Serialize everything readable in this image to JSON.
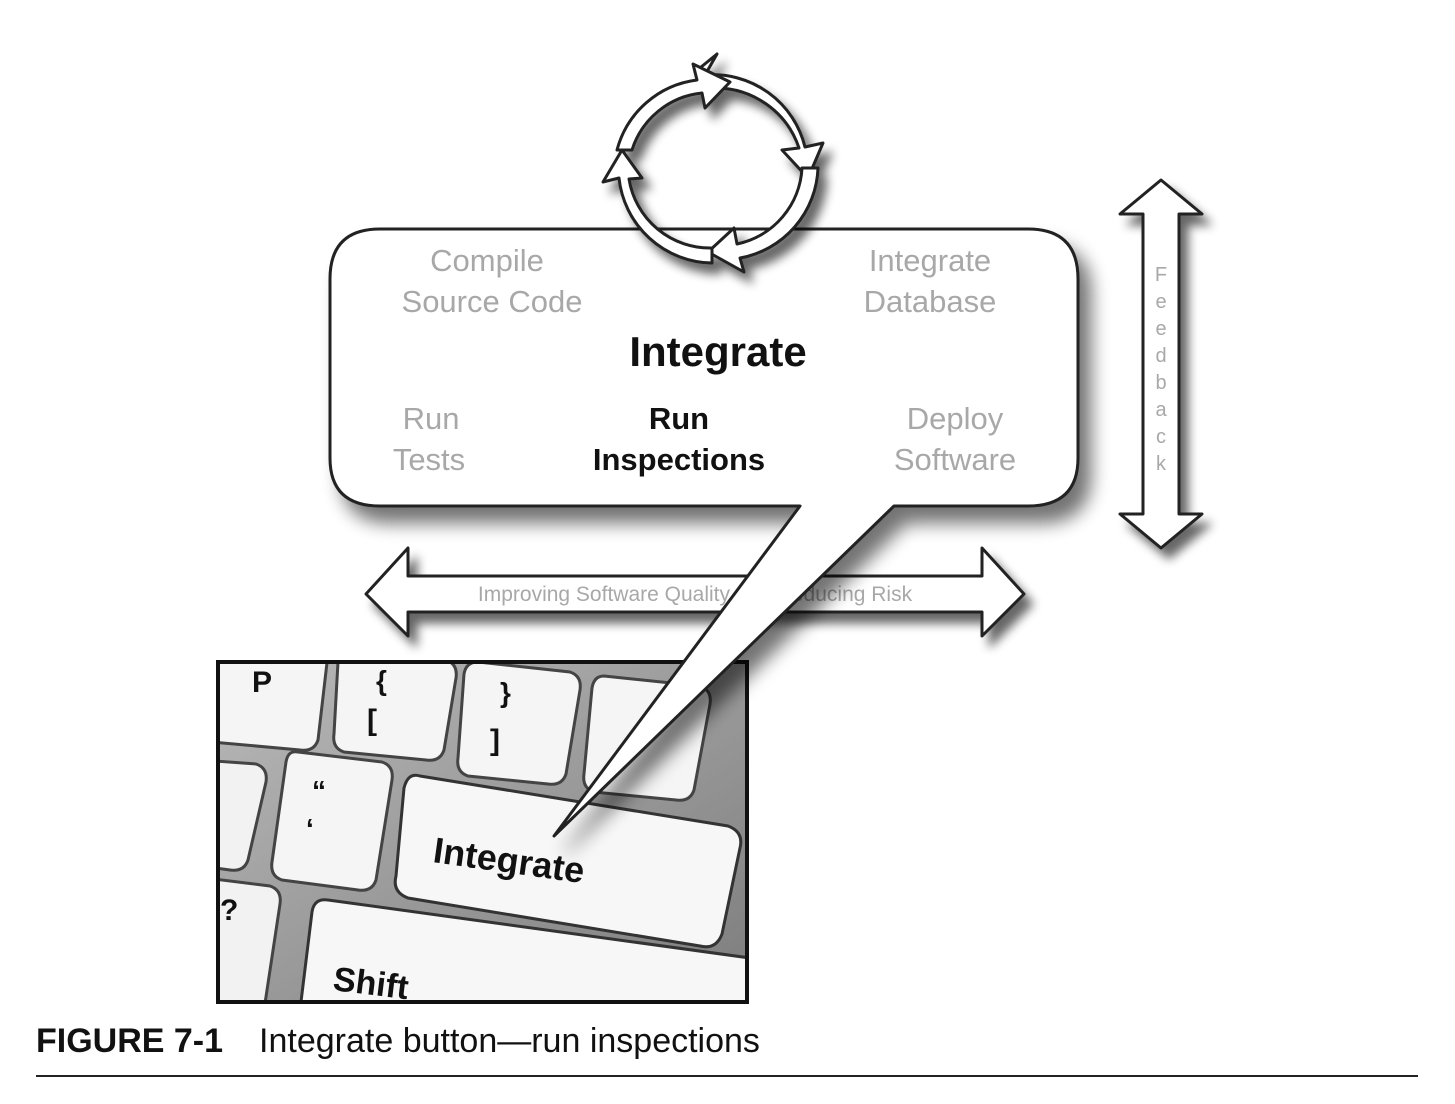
{
  "diagram": {
    "center_title": "Integrate",
    "steps": [
      {
        "line1": "Compile",
        "line2": "Source Code",
        "active": false
      },
      {
        "line1": "Integrate",
        "line2": "Database",
        "active": false
      },
      {
        "line1": "Run",
        "line2": "Tests",
        "active": false
      },
      {
        "line1": "Run",
        "line2": "Inspections",
        "active": true
      },
      {
        "line1": "Deploy",
        "line2": "Software",
        "active": false
      }
    ],
    "feedback_label": "Feedback",
    "quality_arrow_label": "Improving Software Quality and Reducing Risk"
  },
  "keyboard": {
    "keys": {
      "p": "P",
      "brace_open": "{",
      "bracket_open": "[",
      "brace_close": "}",
      "bracket_close": "]",
      "quote_top": "“",
      "quote_bottom": "‘",
      "question": "?",
      "integrate": "Integrate",
      "shift": "Shift"
    }
  },
  "caption": {
    "label": "FIGURE 7-1",
    "text": "Integrate button—run inspections"
  },
  "colors": {
    "active_text": "#111111",
    "inactive_text": "#a8a8a8",
    "outline": "#222222",
    "key_fill": "#f7f7f7",
    "key_gap": "#8c8c8c"
  }
}
